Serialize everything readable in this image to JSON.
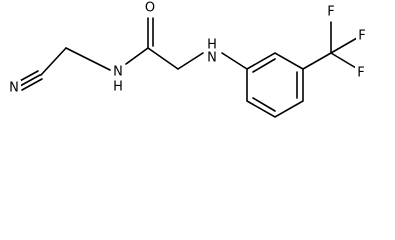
{
  "molecule": {
    "atoms": {
      "nitrile_n": "N",
      "amide_n": "N",
      "amide_h": "H",
      "carbonyl_o": "O",
      "amine_n": "N",
      "amine_h": "H",
      "fluorine_top": "F",
      "fluorine_right": "F",
      "fluorine_bottom": "F"
    }
  }
}
